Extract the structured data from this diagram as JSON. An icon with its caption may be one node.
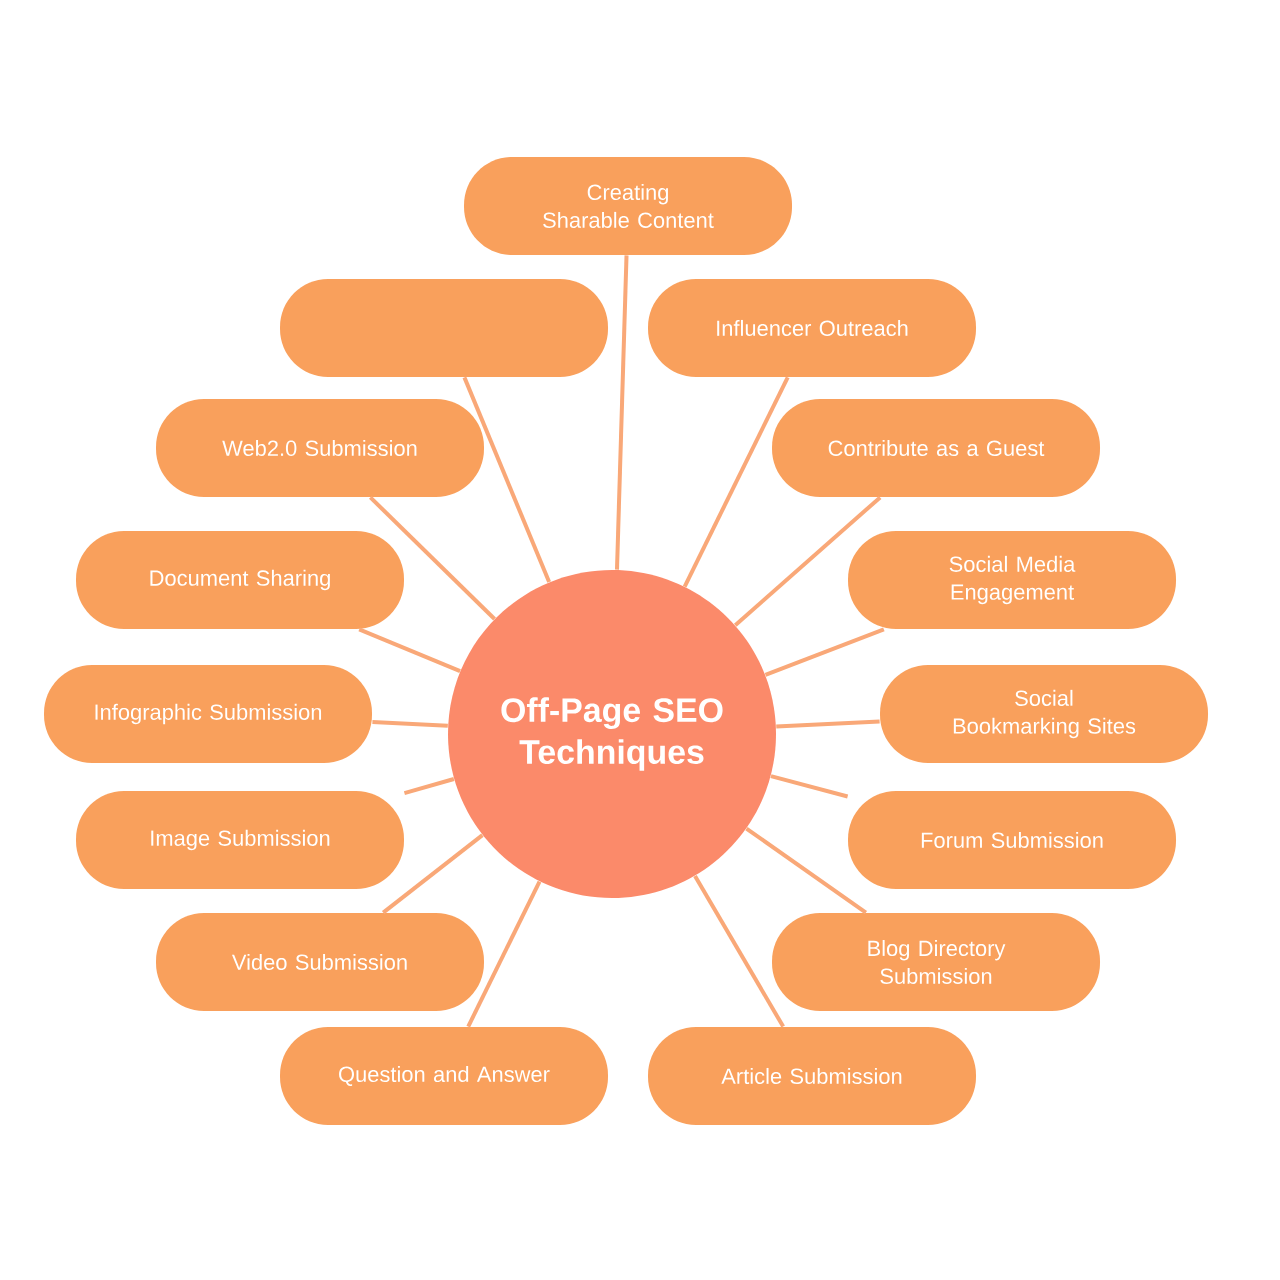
{
  "diagram": {
    "nodes": [
      {
        "text": [
          "Off-Page SEO Techniques"
        ]
      },
      {
        "text": [
          "Creating Sharable Content"
        ]
      },
      {
        "text": [],
        "shape": "box"
      },
      {
        "text": [
          "Influencer Outreach"
        ]
      },
      {
        "text": [
          "Web2.0 Submission"
        ]
      },
      {
        "text": [
          "Contribute as a Guest"
        ]
      },
      {
        "text": [
          "Document Sharing"
        ]
      },
      {
        "text": [
          "Social Media Engagement"
        ]
      },
      {
        "text": [
          "Infographic Submission"
        ]
      },
      {
        "text": [
          "Social Bookmarking Sites"
        ]
      },
      {
        "text": [
          "Image Submission"
        ]
      },
      {
        "text": [
          "Forum Submission"
        ]
      },
      {
        "text": [
          "Video Submission"
        ]
      },
      {
        "text": [
          "Blog Directory Submission"
        ]
      },
      {
        "text": [
          "Question and Answer"
        ]
      },
      {
        "text": [
          "Article Submission"
        ]
      }
    ],
    "edges": [
      {
        "from": 0,
        "to": 1,
        "arrow": "none"
      },
      {
        "from": 0,
        "to": 2,
        "arrow": "none"
      },
      {
        "from": 0,
        "to": 3,
        "arrow": "none"
      },
      {
        "from": 0,
        "to": 4,
        "arrow": "none"
      },
      {
        "from": 0,
        "to": 5,
        "arrow": "none"
      },
      {
        "from": 0,
        "to": 6,
        "arrow": "none"
      },
      {
        "from": 0,
        "to": 7,
        "arrow": "none"
      },
      {
        "from": 0,
        "to": 8,
        "arrow": "none"
      },
      {
        "from": 0,
        "to": 9,
        "arrow": "none"
      },
      {
        "from": 0,
        "to": 10,
        "arrow": "none"
      },
      {
        "from": 0,
        "to": 11,
        "arrow": "none"
      },
      {
        "from": 0,
        "to": 12,
        "arrow": "none"
      },
      {
        "from": 0,
        "to": 13,
        "arrow": "none"
      },
      {
        "from": 0,
        "to": 14,
        "arrow": "none"
      },
      {
        "from": 0,
        "to": 15,
        "arrow": "none"
      }
    ]
  }
}
